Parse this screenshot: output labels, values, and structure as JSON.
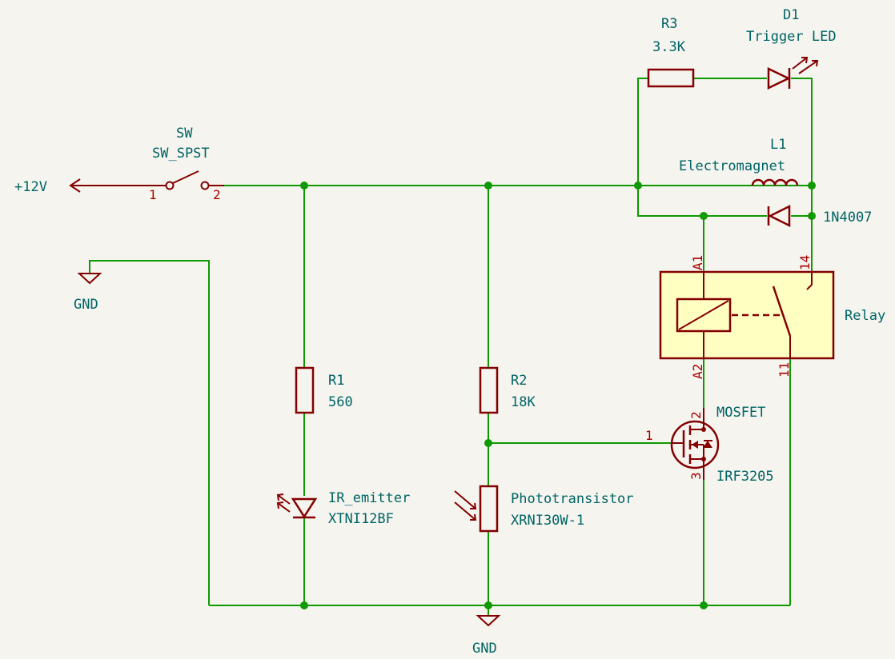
{
  "power": {
    "name": "+12V"
  },
  "ground": {
    "label_top": "GND",
    "label_bottom": "GND"
  },
  "switch": {
    "ref": "SW",
    "value": "SW_SPST",
    "pin1": "1",
    "pin2": "2"
  },
  "r1": {
    "ref": "R1",
    "value": "560"
  },
  "ir_emitter": {
    "ref": "IR_emitter",
    "value": "XTNI12BF"
  },
  "r2": {
    "ref": "R2",
    "value": "18K"
  },
  "phototransistor": {
    "ref": "Phototransistor",
    "value": "XRNI30W-1"
  },
  "r3": {
    "ref": "R3",
    "value": "3.3K"
  },
  "d1": {
    "ref": "D1",
    "value": "Trigger LED"
  },
  "l1": {
    "ref": "L1",
    "value": "Electromagnet"
  },
  "diode": {
    "value": "1N4007"
  },
  "relay": {
    "ref": "Relay",
    "pin_a1": "A1",
    "pin_a2": "A2",
    "pin_14": "14",
    "pin_11": "11"
  },
  "mosfet": {
    "ref": "MOSFET",
    "value": "IRF3205",
    "pin1": "1",
    "pin2": "2",
    "pin3": "3"
  },
  "colors": {
    "wire": "#0f9900",
    "component": "#840000",
    "label": "#006464",
    "relay_fill": "#ffffc2"
  }
}
